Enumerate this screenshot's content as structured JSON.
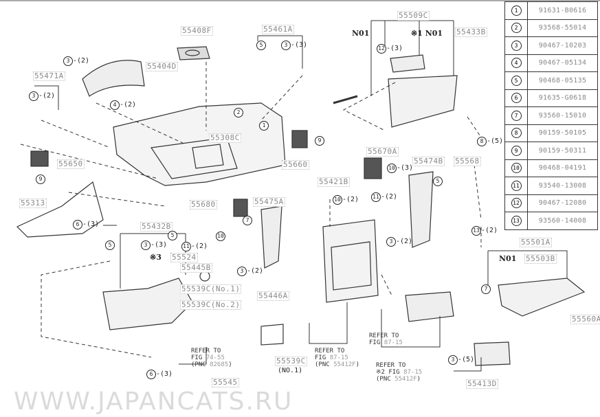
{
  "watermark": "WWW.JAPANCATS.RU",
  "parts_table": [
    {
      "num": "1",
      "part": "91631-B0616"
    },
    {
      "num": "2",
      "part": "93568-55014"
    },
    {
      "num": "3",
      "part": "90467-10203"
    },
    {
      "num": "4",
      "part": "90467-05134"
    },
    {
      "num": "5",
      "part": "90468-05135"
    },
    {
      "num": "6",
      "part": "91635-G0618"
    },
    {
      "num": "7",
      "part": "93560-15010"
    },
    {
      "num": "8",
      "part": "90159-50105"
    },
    {
      "num": "9",
      "part": "90159-50311"
    },
    {
      "num": "10",
      "part": "90468-04191"
    },
    {
      "num": "11",
      "part": "93540-13008"
    },
    {
      "num": "12",
      "part": "90467-12080"
    },
    {
      "num": "13",
      "part": "93560-14008"
    }
  ],
  "labels": [
    "55408F",
    "55461A",
    "55509C",
    "55433B",
    "55404D",
    "55471A",
    "55308C",
    "55660",
    "55650",
    "55313",
    "55670A",
    "55474B",
    "55568",
    "55421B",
    "55680",
    "55475A",
    "55432B",
    "55524",
    "55445B",
    "55539C(No.1)",
    "55539C(No.2)",
    "55446A",
    "55501A",
    "55503B",
    "55560A",
    "55413D",
    "55545",
    "55539C"
  ],
  "markers": {
    "n01_a": "N01",
    "n01_b": "※1 N01",
    "n01_c": "N01",
    "star3": "※3",
    "no1": "(NO.1)"
  },
  "callouts": [
    {
      "num": "3",
      "qty": "-(2)"
    },
    {
      "num": "3",
      "qty": "-(2)"
    },
    {
      "num": "4",
      "qty": "-(2)"
    },
    {
      "num": "5",
      "qty": ""
    },
    {
      "num": "3",
      "qty": "-(3)"
    },
    {
      "num": "12",
      "qty": "-(3)"
    },
    {
      "num": "2",
      "qty": ""
    },
    {
      "num": "1",
      "qty": ""
    },
    {
      "num": "9",
      "qty": ""
    },
    {
      "num": "8",
      "qty": "-(5)"
    },
    {
      "num": "9",
      "qty": ""
    },
    {
      "num": "6",
      "qty": "-(3)"
    },
    {
      "num": "10",
      "qty": "-(3)"
    },
    {
      "num": "5",
      "qty": ""
    },
    {
      "num": "10",
      "qty": "-(2)"
    },
    {
      "num": "11",
      "qty": "-(2)"
    },
    {
      "num": "3",
      "qty": "-(2)"
    },
    {
      "num": "7",
      "qty": ""
    },
    {
      "num": "10",
      "qty": ""
    },
    {
      "num": "11",
      "qty": "-(2)"
    },
    {
      "num": "3",
      "qty": "-(2)"
    },
    {
      "num": "5",
      "qty": ""
    },
    {
      "num": "3",
      "qty": "-(3)"
    },
    {
      "num": "5",
      "qty": ""
    },
    {
      "num": "13",
      "qty": "-(2)"
    },
    {
      "num": "7",
      "qty": ""
    },
    {
      "num": "3",
      "qty": "-(5)"
    },
    {
      "num": "6",
      "qty": "-(3)"
    }
  ],
  "refers": [
    {
      "l1": "REFER TO",
      "l2": "FIG ",
      "fig": "74-55",
      "l3": "(PNC ",
      "pnc": "82685",
      "end": ")"
    },
    {
      "l1": "REFER TO",
      "l2": "FIG ",
      "fig": "87-15",
      "l3": "(PNC ",
      "pnc": "55412F",
      "end": ")"
    },
    {
      "l1": "REFER TO",
      "l2": "FIG ",
      "fig": "87-15",
      "l3": "",
      "pnc": "",
      "end": ""
    },
    {
      "l1": "REFER TO",
      "l2": "※2 FIG ",
      "fig": "87-15",
      "l3": "(PNC ",
      "pnc": "55412F",
      "end": ")"
    }
  ]
}
